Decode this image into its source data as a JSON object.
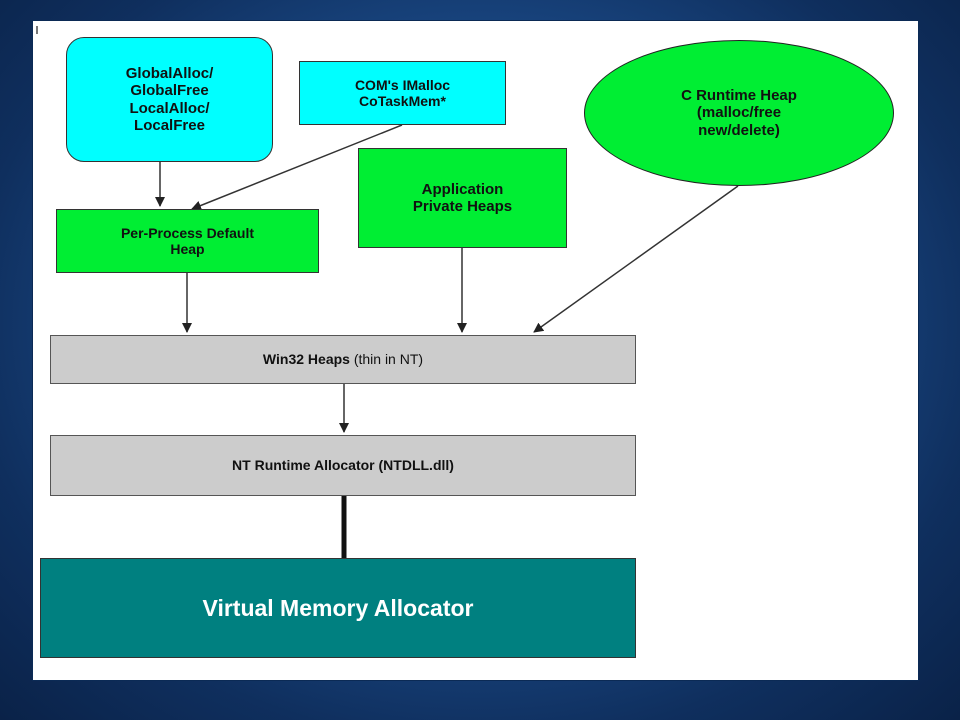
{
  "nodes": {
    "global_alloc": "GlobalAlloc/\nGlobalFree\nLocalAlloc/\nLocalFree",
    "com_imalloc": "COM's IMalloc\nCoTaskMem*",
    "c_runtime_heap": "C Runtime Heap\n(malloc/free\nnew/delete)",
    "per_process_heap": "Per-Process Default\nHeap",
    "app_private_heaps": "Application\nPrivate Heaps",
    "win32_heaps": {
      "bold": "Win32 Heaps",
      "normal": " (thin in NT)"
    },
    "nt_runtime_allocator": "NT Runtime Allocator (NTDLL.dll)",
    "virtual_memory_allocator": "Virtual Memory Allocator"
  },
  "colors": {
    "cyan": "#00ffff",
    "green": "#00ee33",
    "gray": "#cccccc",
    "teal": "#008080"
  }
}
